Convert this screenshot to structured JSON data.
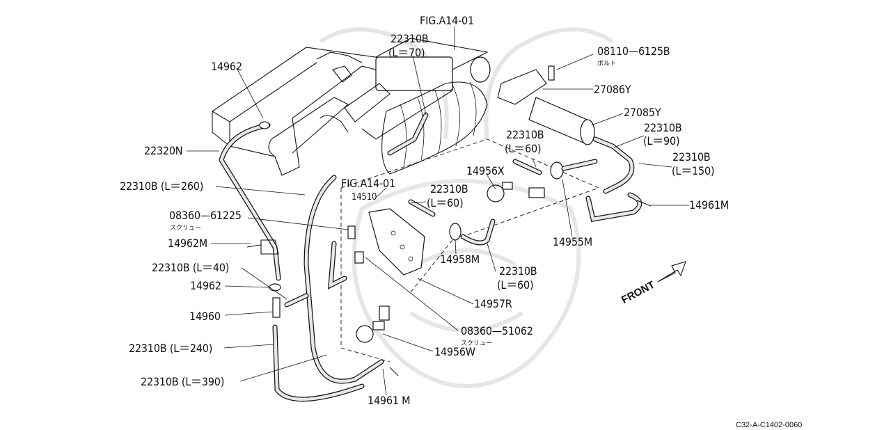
{
  "figure_ref_top": "FIG.A14-01",
  "figure_ref_mid": "FIG.A14-01",
  "front_label": "FRONT",
  "image_code": "C32-A-C1402-0060",
  "parts": {
    "p22310b_l70": "22310B",
    "p22310b_l70_len": "(L＝70)",
    "p08110": "08110—6125B",
    "p08110_jp": "ボルト",
    "p14962_top": "14962",
    "p27086y": "27086Y",
    "p27085y": "27085Y",
    "p22310b_l90": "22310B",
    "p22310b_l90_len": "(L＝90)",
    "p22310b_l60a": "22310B",
    "p22310b_l60a_len": "(L＝60)",
    "p22320n": "22320N",
    "p22310b_l150": "22310B",
    "p22310b_l150_len": "(L＝150)",
    "p14956x": "14956X",
    "p22310b_l260": "22310B (L＝260)",
    "p14510": "14510",
    "p22310b_l60b": "22310B",
    "p22310b_l60b_len": "(L＝60)",
    "p14961m_right": "14961M",
    "p08360_61225": "08360—61225",
    "p08360_61225_jp": "スクリュー",
    "p14955m": "14955M",
    "p14962m": "14962M",
    "p14958m": "14958M",
    "p22310b_l40": "22310B (L＝40)",
    "p22310b_l60c": "22310B",
    "p22310b_l60c_len": "(L＝60)",
    "p14962_mid": "14962",
    "p14957r": "14957R",
    "p14960": "14960",
    "p08360_51062": "08360—51062",
    "p08360_51062_jp": "スクリュー",
    "p22310b_l240": "22310B (L＝240)",
    "p14956w": "14956W",
    "p22310b_l390": "22310B (L＝390)",
    "p14961m_bottom": "14961 M"
  },
  "colors": {
    "line": "#111111",
    "watermark": "#e6e6e6",
    "background": "#ffffff"
  },
  "icons": {
    "front_arrow": "front-arrow-icon",
    "watermark": "samurai-helmet-watermark"
  }
}
